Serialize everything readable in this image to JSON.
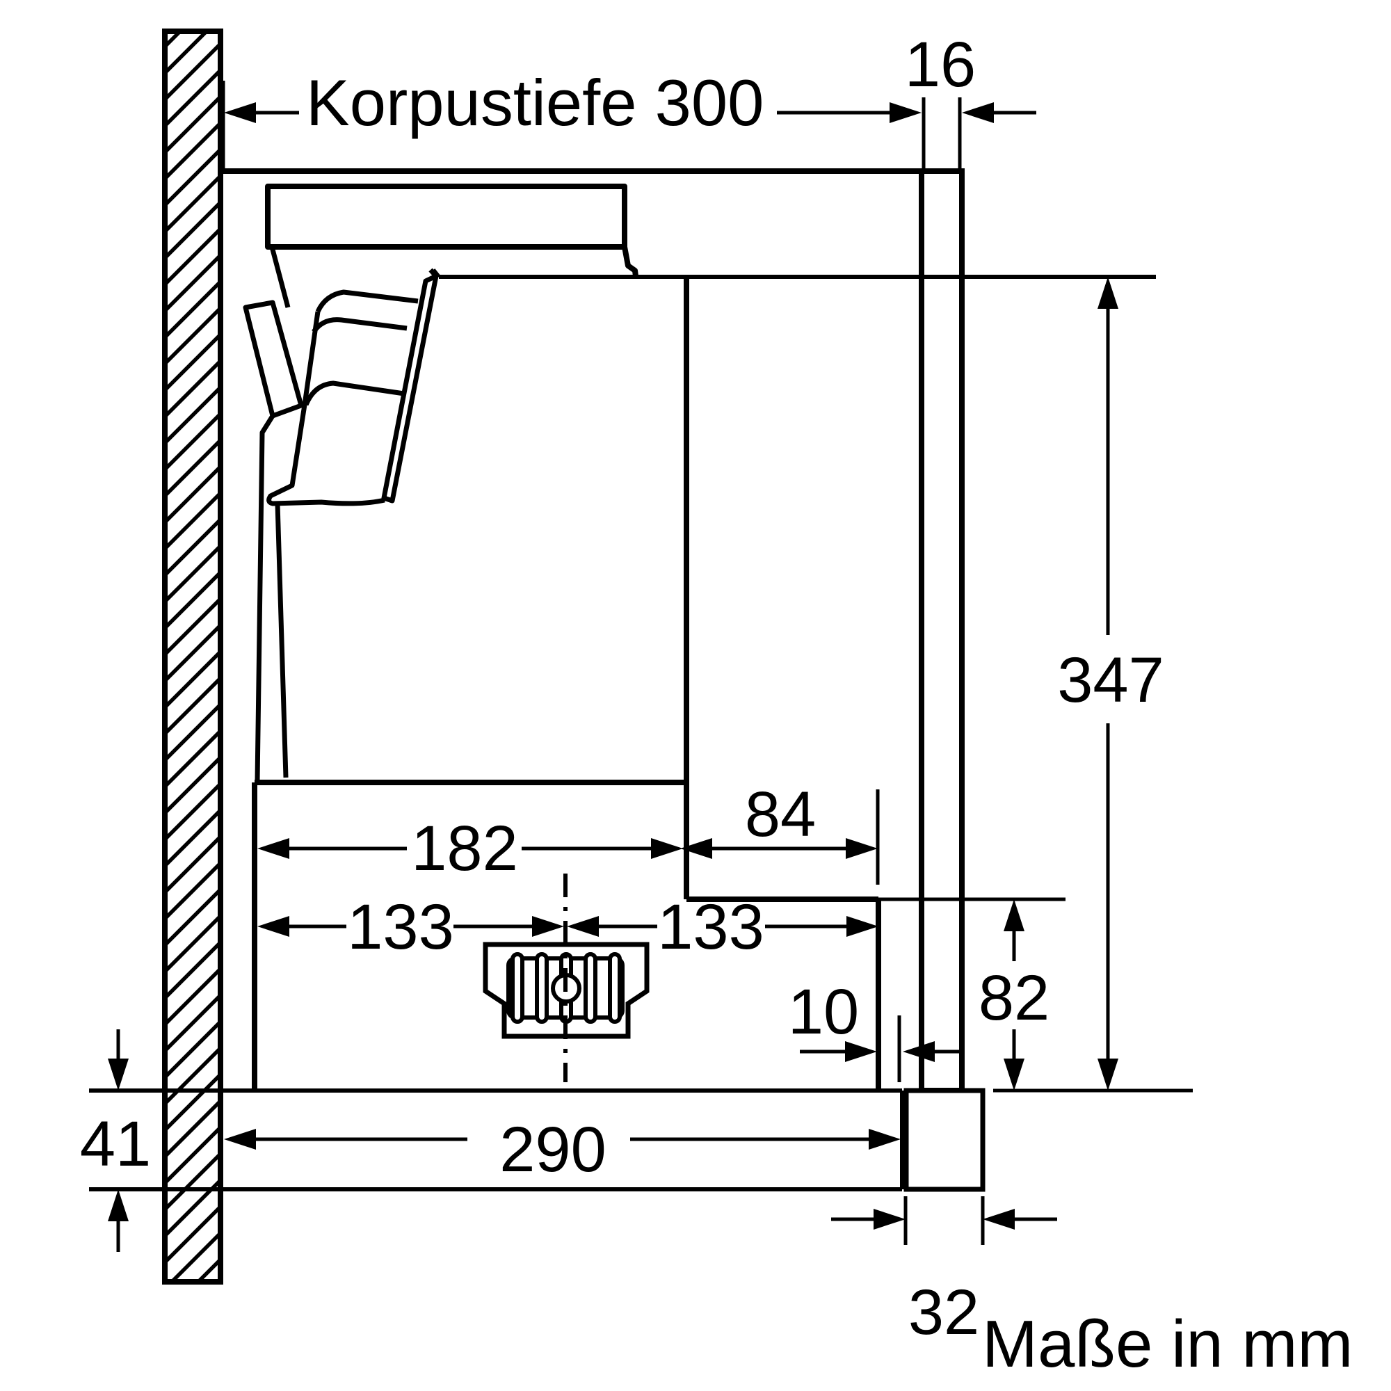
{
  "drawing": {
    "kind": "appliance installation dimension drawing",
    "unit_note": "Maße in mm",
    "colors": {
      "line": "#000000",
      "background": "#ffffff"
    },
    "dimensions": {
      "cabinet_depth_label": "Korpustiefe 300",
      "side_panel_thickness": "16",
      "overall_height": "347",
      "body_depth": "182",
      "rear_step_depth": "84",
      "duct_center_from_front": "133",
      "duct_center_from_rear": "133",
      "rear_gap": "10",
      "step_height": "82",
      "base_board_height": "41",
      "niche_depth": "290",
      "base_rail_width": "32"
    }
  }
}
